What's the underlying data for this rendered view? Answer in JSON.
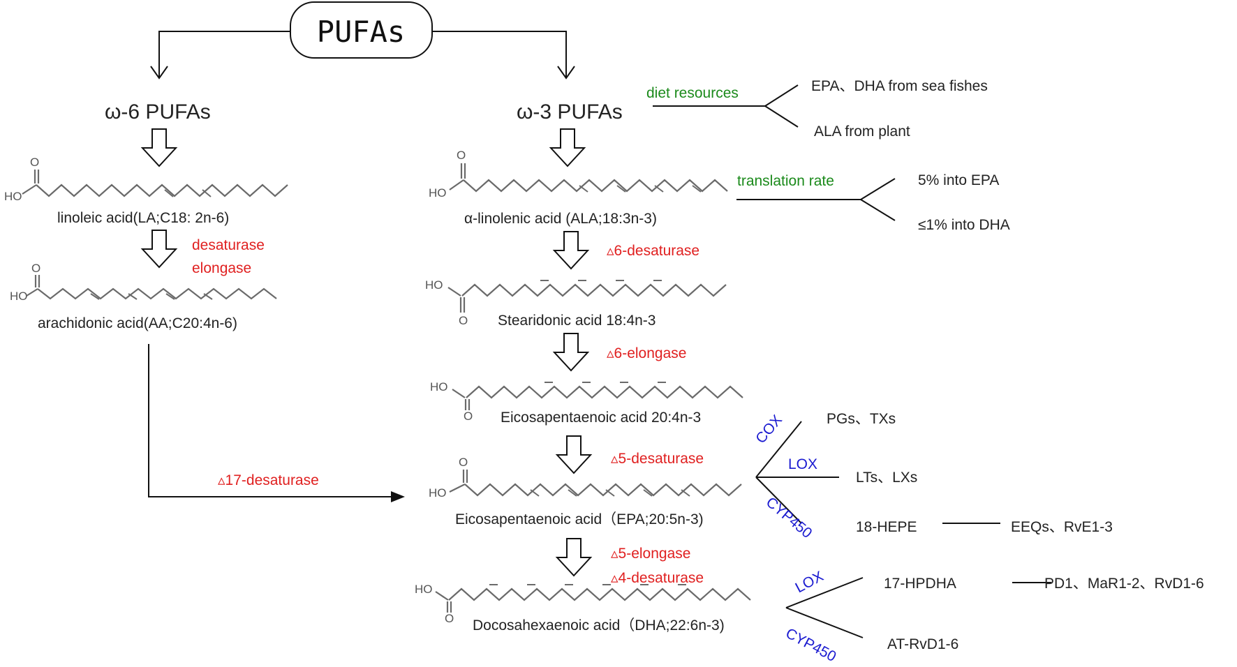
{
  "title": "PUFAs",
  "branches": {
    "omega6": "ω-6 PUFAs",
    "omega3": "ω-3 PUFAs"
  },
  "omega6_chain": {
    "linoleic": "linoleic acid(LA;C18: 2n-6)",
    "enzyme_1": "desaturase",
    "enzyme_2": "elongase",
    "arachidonic": "arachidonic acid(AA;C20:4n-6)",
    "cross_enzyme": "▵17-desaturase"
  },
  "omega3_chain": {
    "ala": "α-linolenic acid (ALA;18:3n-3)",
    "enzyme_1": "▵6-desaturase",
    "sda": "Stearidonic acid 18:4n-3",
    "enzyme_2": "▵6-elongase",
    "eta": "Eicosapentaenoic acid 20:4n-3",
    "enzyme_3": "▵5-desaturase",
    "epa": "Eicosapentaenoic acid（EPA;20:5n-3)",
    "enzyme_4a": "▵5-elongase",
    "enzyme_4b": "▵4-desaturase",
    "dha": "Docosahexaenoic acid（DHA;22:6n-3)"
  },
  "diet": {
    "label": "diet resources",
    "item_1": "EPA、DHA from sea fishes",
    "item_2": "ALA from plant"
  },
  "translation": {
    "label": "translation rate",
    "item_1": "5% into EPA",
    "item_2": "≤1% into DHA"
  },
  "epa_metabolism": {
    "cox": "COX",
    "lox": "LOX",
    "cyp": "CYP450",
    "cox_product": "PGs、TXs",
    "lox_product": "LTs、LXs",
    "cyp_product": "18-HEPE",
    "cyp_downstream": "EEQs、RvE1-3"
  },
  "dha_metabolism": {
    "lox": "LOX",
    "cyp": "CYP450",
    "lox_product": "17-HPDHA",
    "lox_downstream": "PD1、MaR1-2、RvD1-6",
    "cyp_product": "AT-RvD1-6"
  },
  "atoms": {
    "oxygen": "O",
    "hydroxyl": "HO"
  },
  "colors": {
    "enzyme": "#e02020",
    "diet": "#1b8a1b",
    "pathway": "#1a1ad0"
  }
}
